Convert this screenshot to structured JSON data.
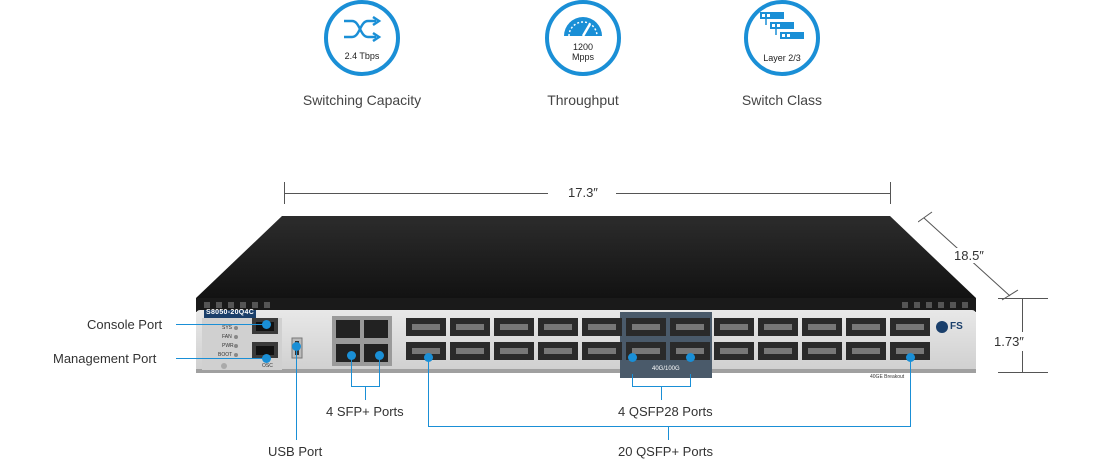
{
  "features": [
    {
      "value": "2.4 Tbps",
      "label": "Switching Capacity",
      "icon": "shuffle-icon"
    },
    {
      "value_line1": "1200",
      "value_line2": "Mpps",
      "label": "Throughput",
      "icon": "speedometer-icon"
    },
    {
      "value": "Layer 2/3",
      "label": "Switch Class",
      "icon": "server-stack-icon"
    }
  ],
  "dimensions": {
    "width": "17.3″",
    "depth": "18.5″",
    "height": "1.73″"
  },
  "device": {
    "model": "S8050-20Q4C",
    "brand": "FS",
    "qsfp28_group_label": "40G/100G",
    "status_labels": [
      "SYS",
      "FAN",
      "PWR",
      "BOOT"
    ],
    "port_mgmt_label": "OSC",
    "breakout_label": "40GE Breakout"
  },
  "callouts": {
    "console": "Console Port",
    "management": "Management Port",
    "usb": "USB Port",
    "sfp": "4 SFP+ Ports",
    "qsfp28": "4 QSFP28 Ports",
    "qsfp": "20 QSFP+ Ports"
  },
  "colors": {
    "accent": "#1a8fd6",
    "chassis": "#1b1b1b",
    "panel": "#dcdcdc"
  }
}
